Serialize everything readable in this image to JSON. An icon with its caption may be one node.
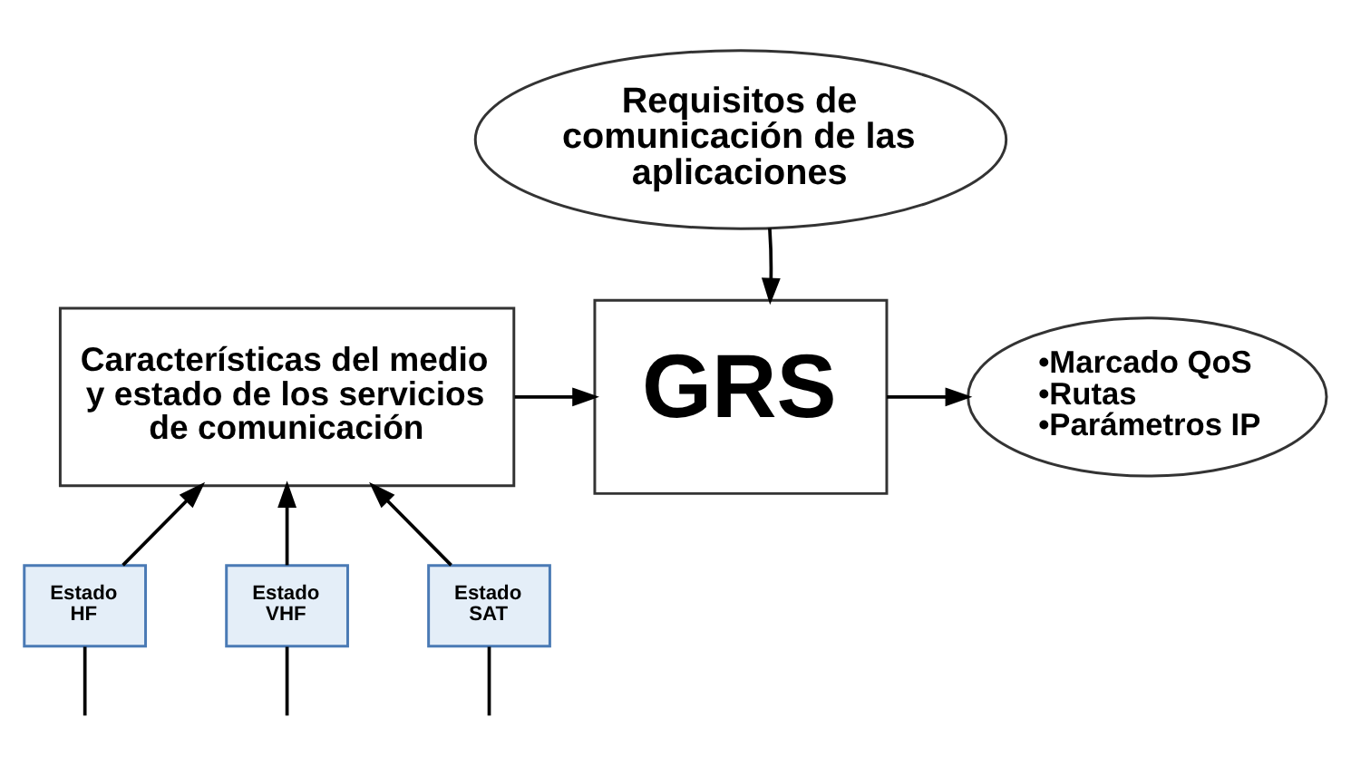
{
  "diagram": {
    "nodes": [
      {
        "text": [
          "Requisitos de comunicación de las aplicaciones"
        ]
      },
      {
        "text": [
          "Características del medio y estado de los servicios de comunicación"
        ]
      },
      {
        "text": [
          "GRS"
        ]
      },
      {
        "text": [
          "•Marcado QoS",
          "•Rutas",
          "•Parámetros IP"
        ]
      },
      {
        "text": [
          "Estado HF"
        ]
      },
      {
        "text": [
          "Estado VHF"
        ]
      },
      {
        "text": [
          "Estado SAT"
        ]
      }
    ],
    "edges": [
      {
        "from": 0,
        "to": 2,
        "arrow": "to"
      },
      {
        "from": 1,
        "to": 2,
        "arrow": "to"
      },
      {
        "from": 2,
        "to": 3,
        "arrow": "to"
      },
      {
        "from": null,
        "to": 4,
        "arrow": "none"
      },
      {
        "from": 4,
        "to": 1,
        "arrow": "to"
      },
      {
        "from": null,
        "to": 5,
        "arrow": "none"
      },
      {
        "from": 5,
        "to": 1,
        "arrow": "to"
      },
      {
        "from": null,
        "to": 6,
        "arrow": "none"
      },
      {
        "from": 6,
        "to": 1,
        "arrow": "to"
      }
    ]
  }
}
